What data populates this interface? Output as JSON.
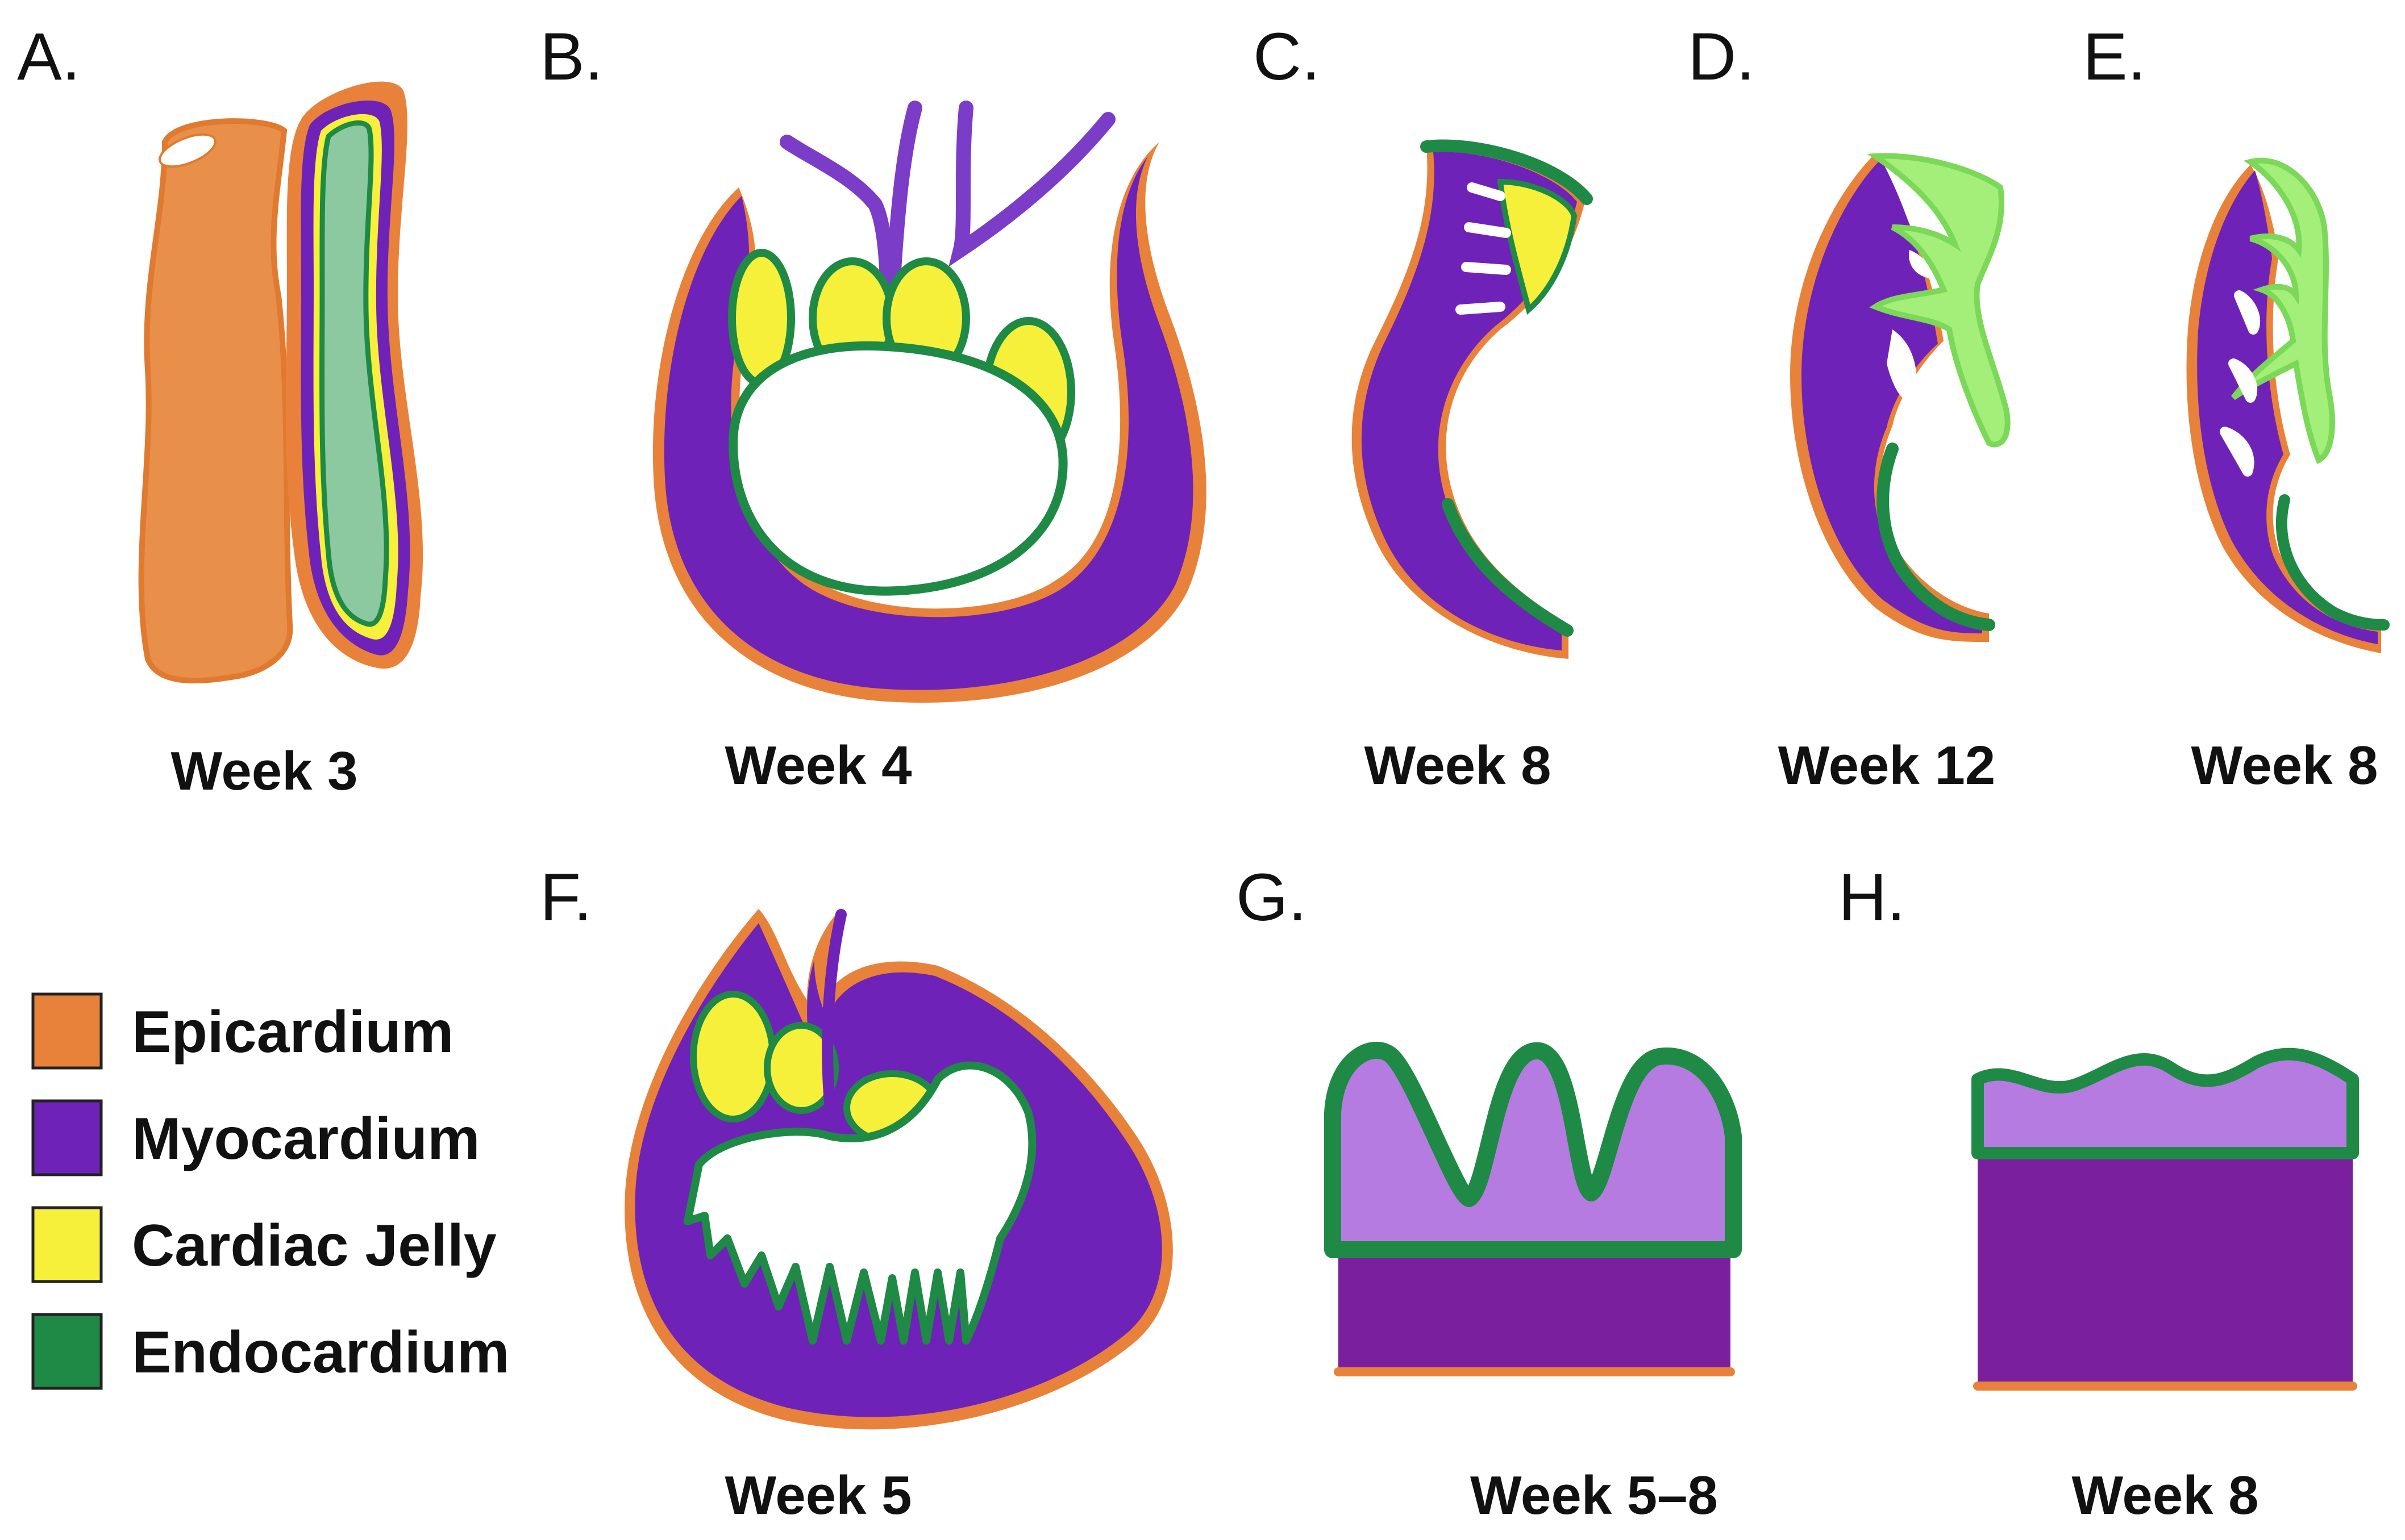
{
  "panels": [
    {
      "letter": "A.",
      "caption": "Week 3"
    },
    {
      "letter": "B.",
      "caption": "Week 4"
    },
    {
      "letter": "C.",
      "caption": "Week 8"
    },
    {
      "letter": "D.",
      "caption": "Week 12"
    },
    {
      "letter": "E.",
      "caption": "Week 8"
    },
    {
      "letter": "F.",
      "caption": "Week 5"
    },
    {
      "letter": "G.",
      "caption": "Week 5–8"
    },
    {
      "letter": "H.",
      "caption": "Week 8"
    }
  ],
  "legend": [
    {
      "label": "Epicardium",
      "color": "#E8823A"
    },
    {
      "label": "Myocardium",
      "color": "#6F22B8"
    },
    {
      "label": "Cardiac Jelly",
      "color": "#F6F03A"
    },
    {
      "label": "Endocardium",
      "color": "#1F8A45"
    }
  ],
  "colors": {
    "epicardium": "#E8823A",
    "myocardium": "#6F22B8",
    "compact_myocardium": "#7A1F9E",
    "trabecular_myocardium": "#B57BE0",
    "cardiac_jelly": "#F6F03A",
    "endocardium": "#1F8A45",
    "lumen_green": "#8CC9A0",
    "trabeculae_green": "#A4EE7A"
  }
}
